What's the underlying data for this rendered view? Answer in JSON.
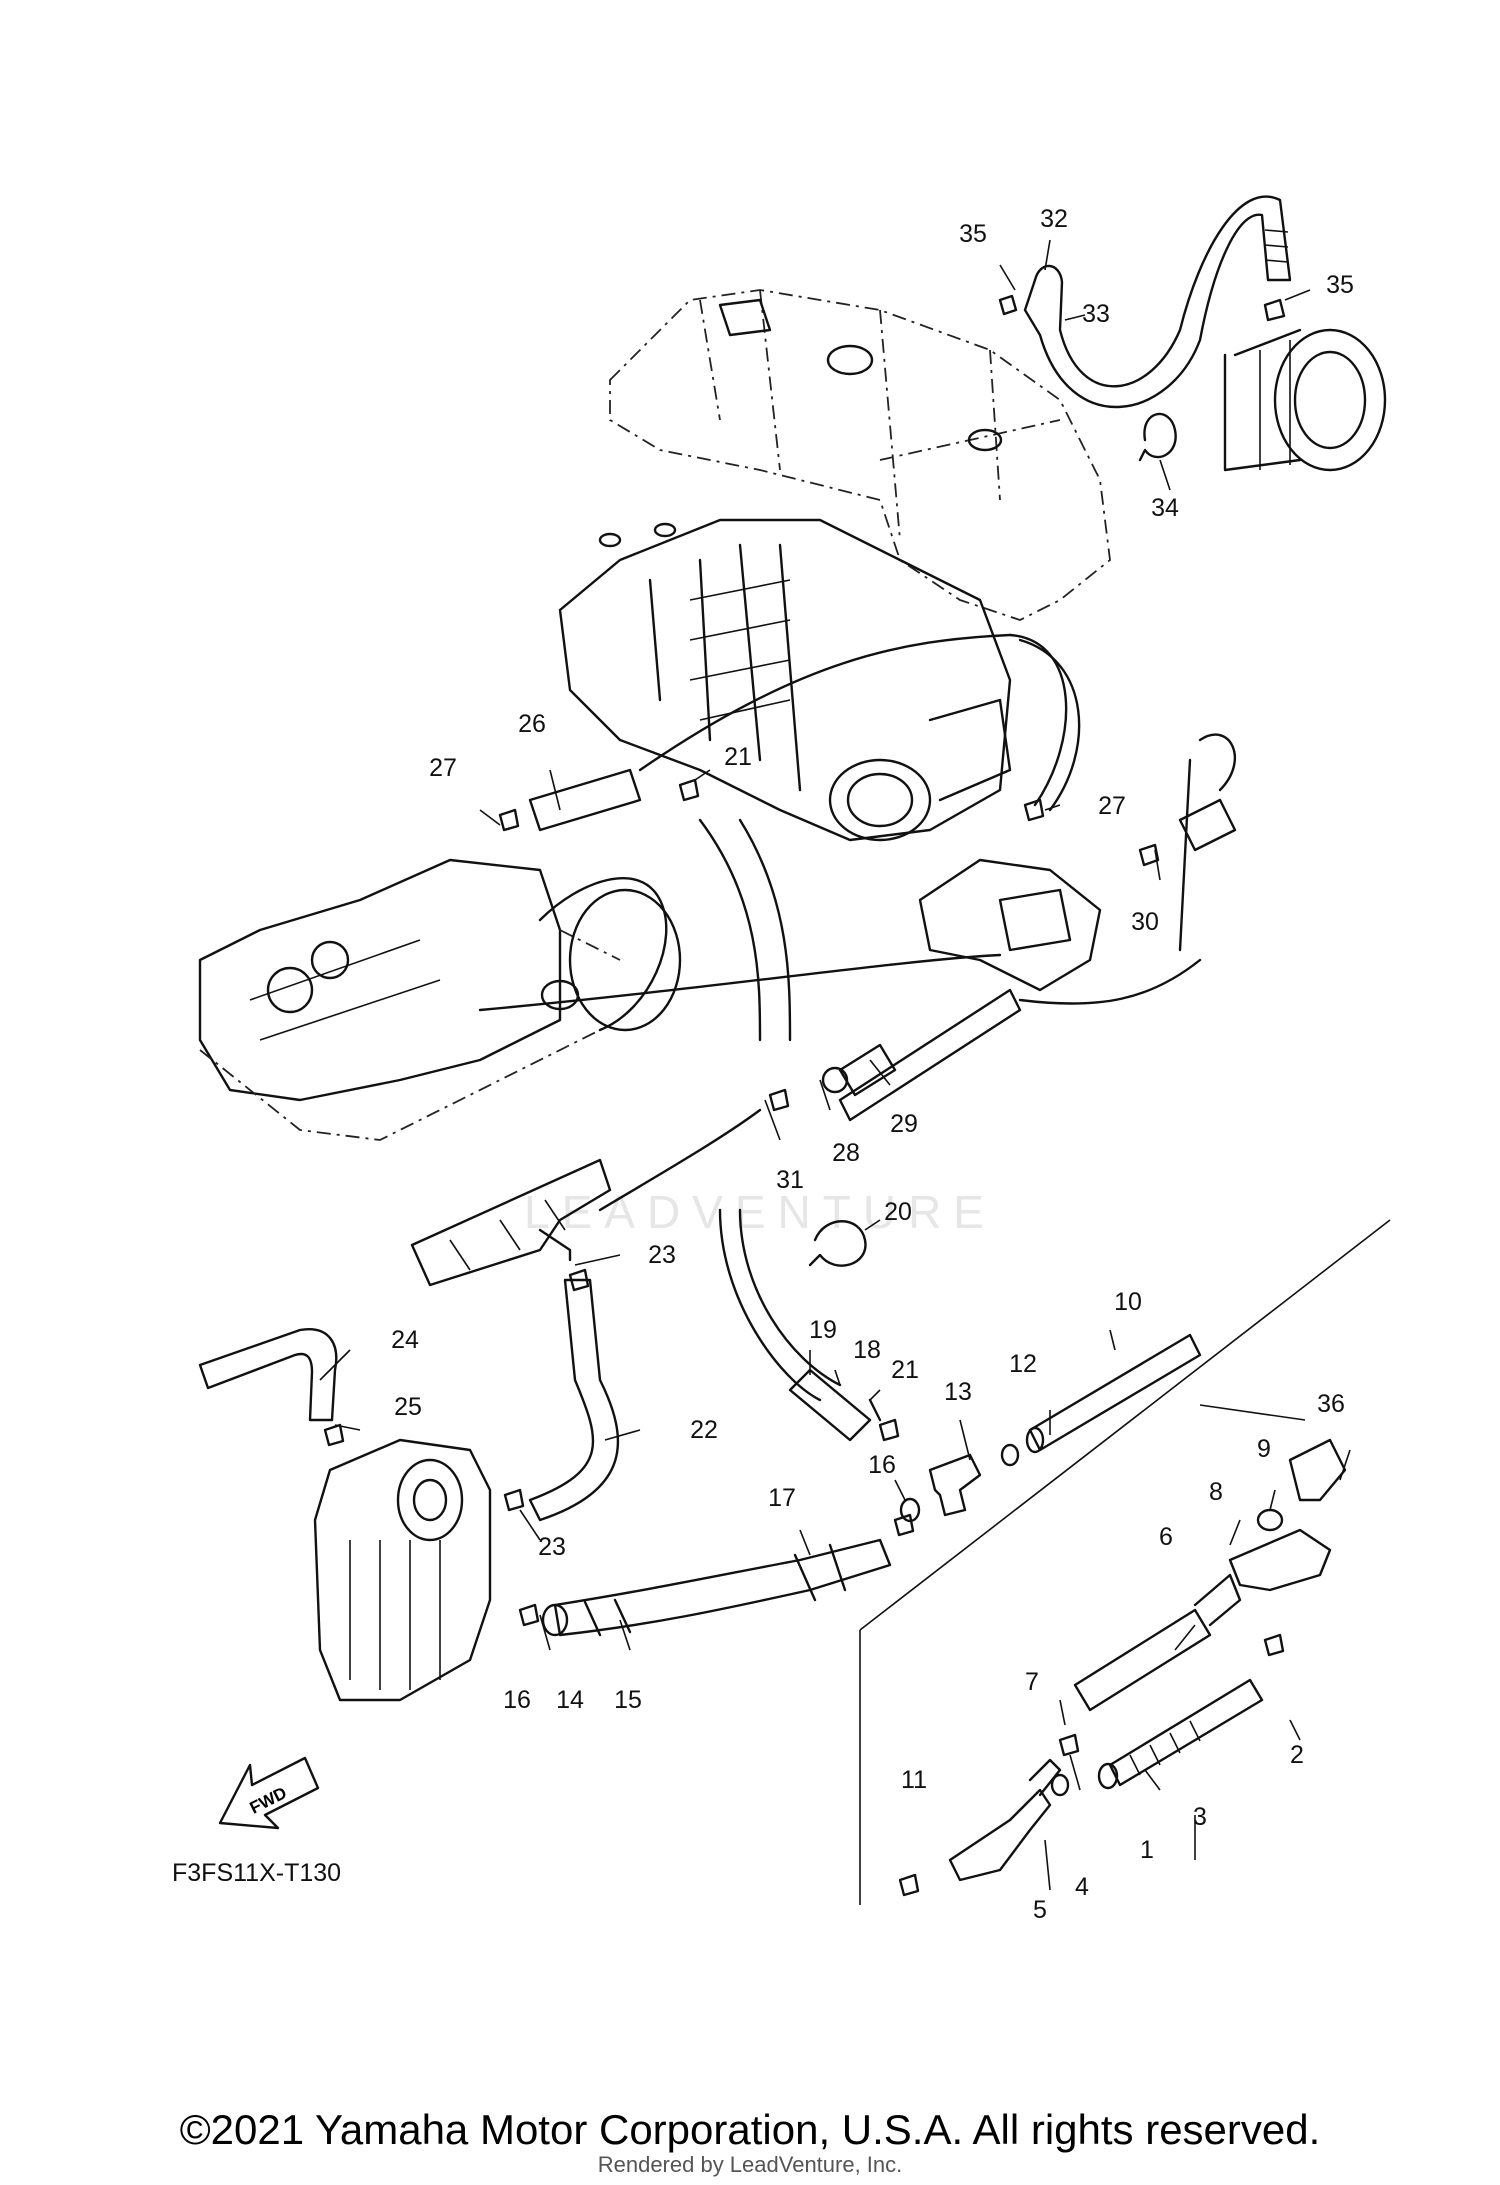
{
  "diagram_code": "F3FS11X-T130",
  "copyright": "©2021 Yamaha Motor Corporation, U.S.A. All rights reserved.",
  "rendered_by": "Rendered by LeadVenture, Inc.",
  "watermark": "LEADVENTURE",
  "fwd_label": "FWD",
  "callouts": [
    {
      "id": "c1",
      "text": "1"
    },
    {
      "id": "c2",
      "text": "2"
    },
    {
      "id": "c3",
      "text": "3"
    },
    {
      "id": "c4",
      "text": "4"
    },
    {
      "id": "c5",
      "text": "5"
    },
    {
      "id": "c6",
      "text": "6"
    },
    {
      "id": "c7",
      "text": "7"
    },
    {
      "id": "c8",
      "text": "8"
    },
    {
      "id": "c9",
      "text": "9"
    },
    {
      "id": "c10",
      "text": "10"
    },
    {
      "id": "c11",
      "text": "11"
    },
    {
      "id": "c12",
      "text": "12"
    },
    {
      "id": "c13",
      "text": "13"
    },
    {
      "id": "c14",
      "text": "14"
    },
    {
      "id": "c15",
      "text": "15"
    },
    {
      "id": "c16a",
      "text": "16"
    },
    {
      "id": "c16b",
      "text": "16"
    },
    {
      "id": "c17",
      "text": "17"
    },
    {
      "id": "c18",
      "text": "18"
    },
    {
      "id": "c19",
      "text": "19"
    },
    {
      "id": "c20",
      "text": "20"
    },
    {
      "id": "c21a",
      "text": "21"
    },
    {
      "id": "c21b",
      "text": "21"
    },
    {
      "id": "c22",
      "text": "22"
    },
    {
      "id": "c23a",
      "text": "23"
    },
    {
      "id": "c23b",
      "text": "23"
    },
    {
      "id": "c24",
      "text": "24"
    },
    {
      "id": "c25",
      "text": "25"
    },
    {
      "id": "c26",
      "text": "26"
    },
    {
      "id": "c27a",
      "text": "27"
    },
    {
      "id": "c27b",
      "text": "27"
    },
    {
      "id": "c28",
      "text": "28"
    },
    {
      "id": "c29",
      "text": "29"
    },
    {
      "id": "c30",
      "text": "30"
    },
    {
      "id": "c31",
      "text": "31"
    },
    {
      "id": "c32",
      "text": "32"
    },
    {
      "id": "c33",
      "text": "33"
    },
    {
      "id": "c34",
      "text": "34"
    },
    {
      "id": "c35a",
      "text": "35"
    },
    {
      "id": "c35b",
      "text": "35"
    },
    {
      "id": "c36",
      "text": "36"
    }
  ]
}
